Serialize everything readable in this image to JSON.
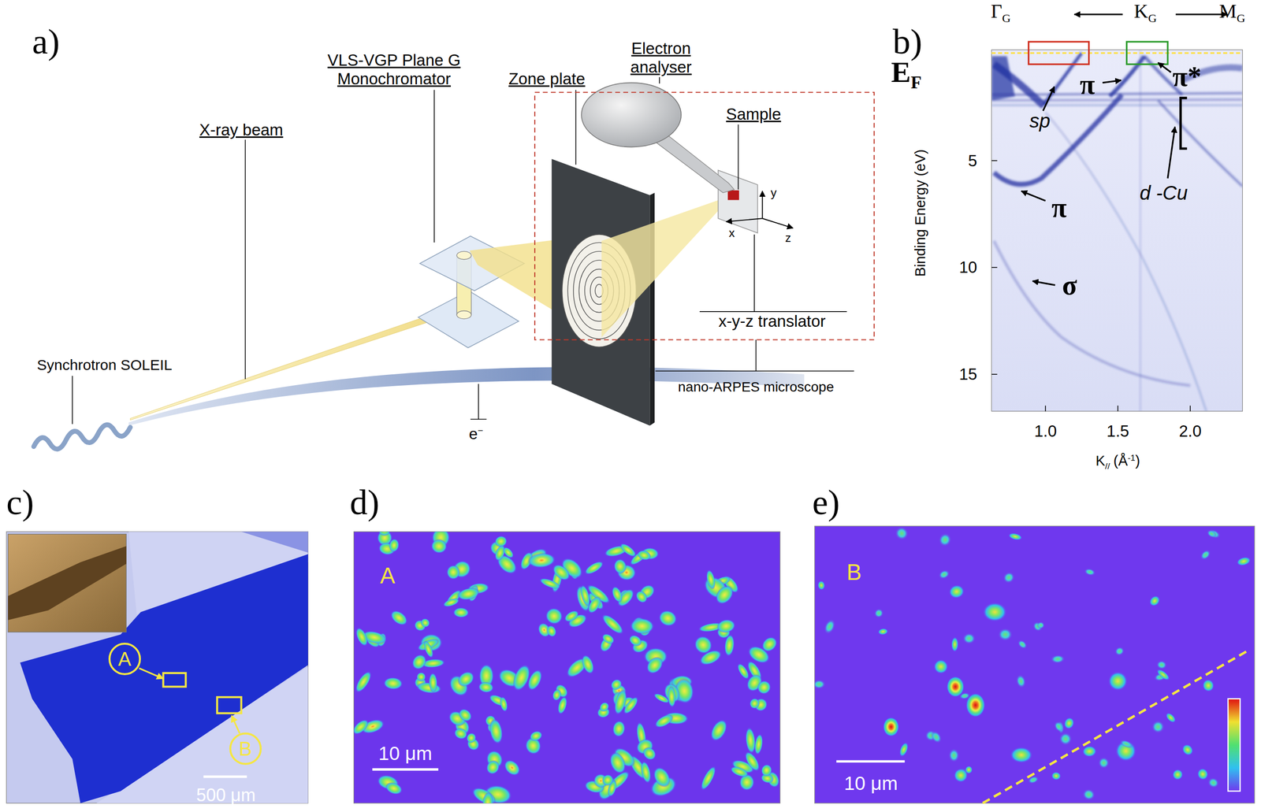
{
  "diagram": {
    "nodes": [
      {
        "text": [
          "A"
        ]
      },
      {
        "text": [
          "B"
        ]
      }
    ],
    "labels": [
      "a)",
      "b)",
      "c)",
      "d)",
      "e)",
      "VLS-VGP Plane G Monochromator",
      "Zone plate",
      "Electron analyser",
      "Sample",
      "X-ray beam",
      "x-y-z translator",
      "nano-ARPES microscope",
      "Synchrotron SOLEIL",
      "e",
      "−",
      "y",
      "x",
      "z",
      "Γ",
      "G",
      "K",
      "G",
      "M",
      "G",
      "E",
      "F",
      "sp",
      "π",
      "π*",
      "d -Cu",
      "π",
      "σ",
      "Binding Energy (eV)",
      "5",
      "10",
      "15",
      "1.0",
      "1.5",
      "2.0",
      "K",
      "//",
      "(Å",
      "-1",
      ")",
      "500 μm",
      "A",
      "10 μm",
      "B",
      "10 μm"
    ]
  }
}
